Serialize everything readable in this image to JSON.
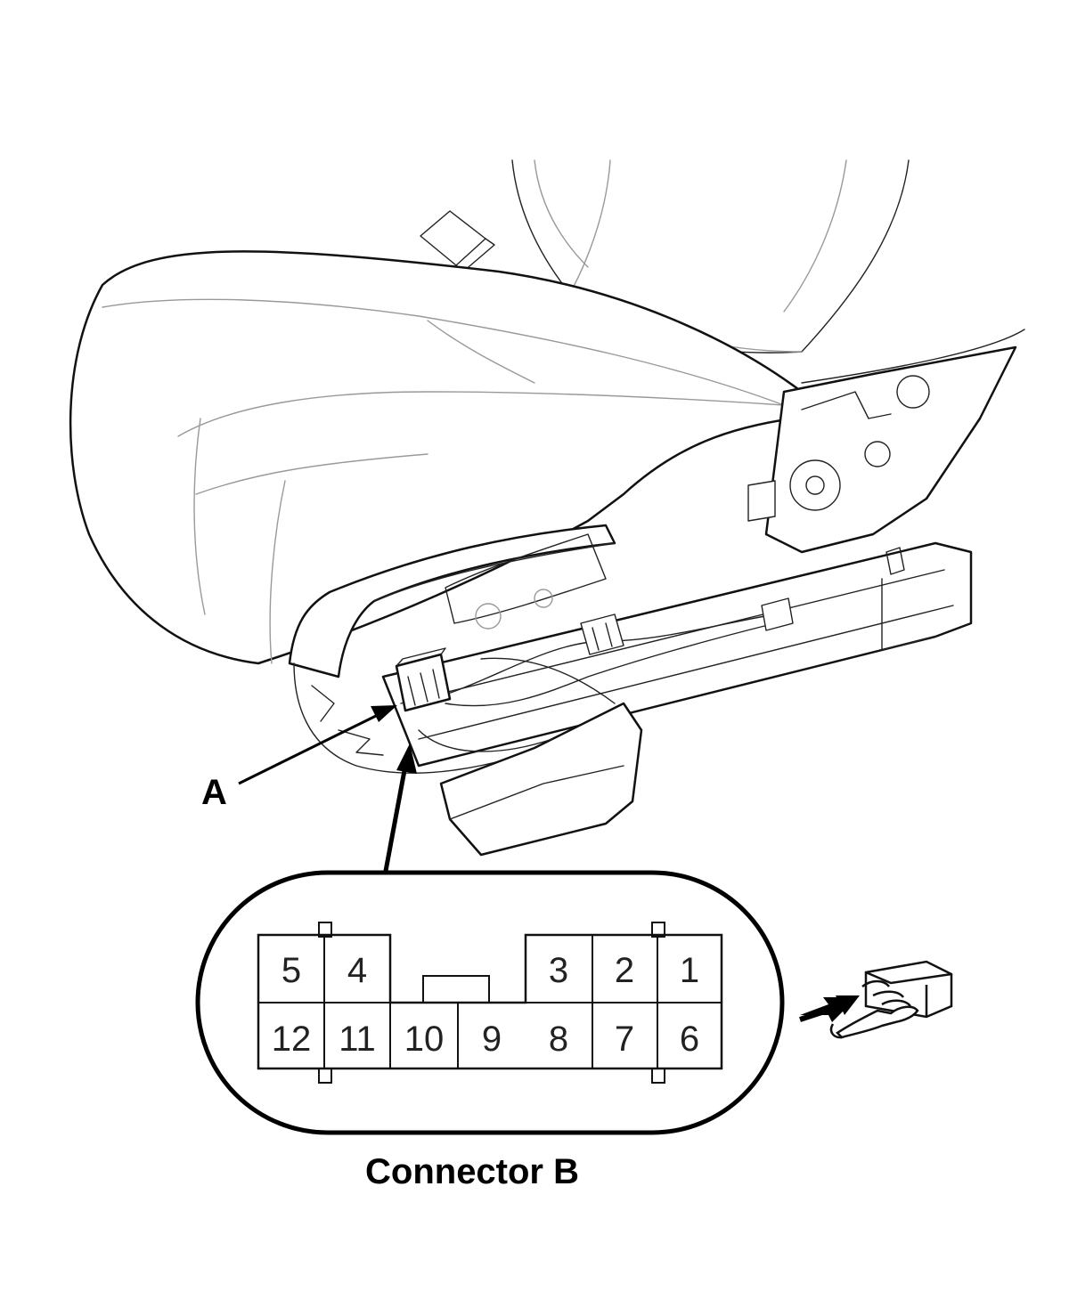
{
  "labels": {
    "part_a": "A",
    "connector_caption": "Connector B"
  },
  "connector_b": {
    "top_row_left": [
      "5",
      "4"
    ],
    "top_row_right": [
      "3",
      "2",
      "1"
    ],
    "bottom_row": [
      "12",
      "11",
      "10",
      "9",
      "8",
      "7",
      "6"
    ]
  },
  "icons": {
    "seat": "seat-cushion-illustration",
    "terminal_side": "terminal-side-view-hand-icon"
  }
}
